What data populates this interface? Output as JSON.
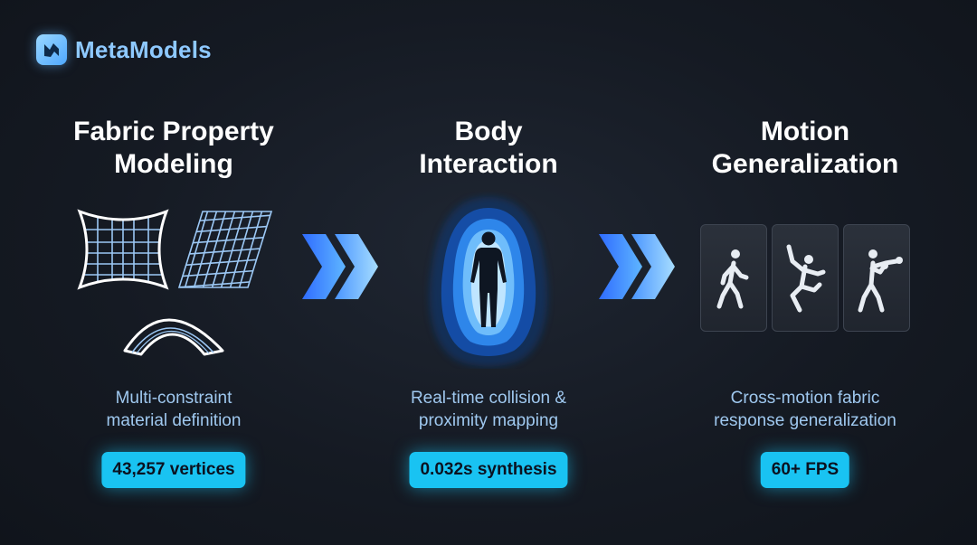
{
  "brand": {
    "name": "MetaModels",
    "icon": "metamodels-logo-icon"
  },
  "columns": [
    {
      "title": "Fabric Property\nModeling",
      "description": "Multi-constraint\nmaterial definition",
      "badge": "43,257 vertices"
    },
    {
      "title": "Body\nInteraction",
      "description": "Real-time collision &\nproximity mapping",
      "badge": "0.032s synthesis"
    },
    {
      "title": "Motion\nGeneralization",
      "description": "Cross-motion fabric\nresponse generalization",
      "badge": "60+ FPS"
    }
  ],
  "icons": {
    "fabric": [
      "fabric-grid-icon",
      "fabric-shear-icon",
      "fabric-bend-icon"
    ],
    "body": "body-proximity-icon",
    "motions": [
      "walking-figure-icon",
      "dancing-figure-icon",
      "boxing-figure-icon"
    ],
    "arrows": [
      "double-chevron-right-icon",
      "double-chevron-right-icon"
    ]
  },
  "colors": {
    "accent": "#19c3f2",
    "brand": "#8ec9ff",
    "description": "#9fc8ef",
    "chevron": "#2f8cff"
  }
}
